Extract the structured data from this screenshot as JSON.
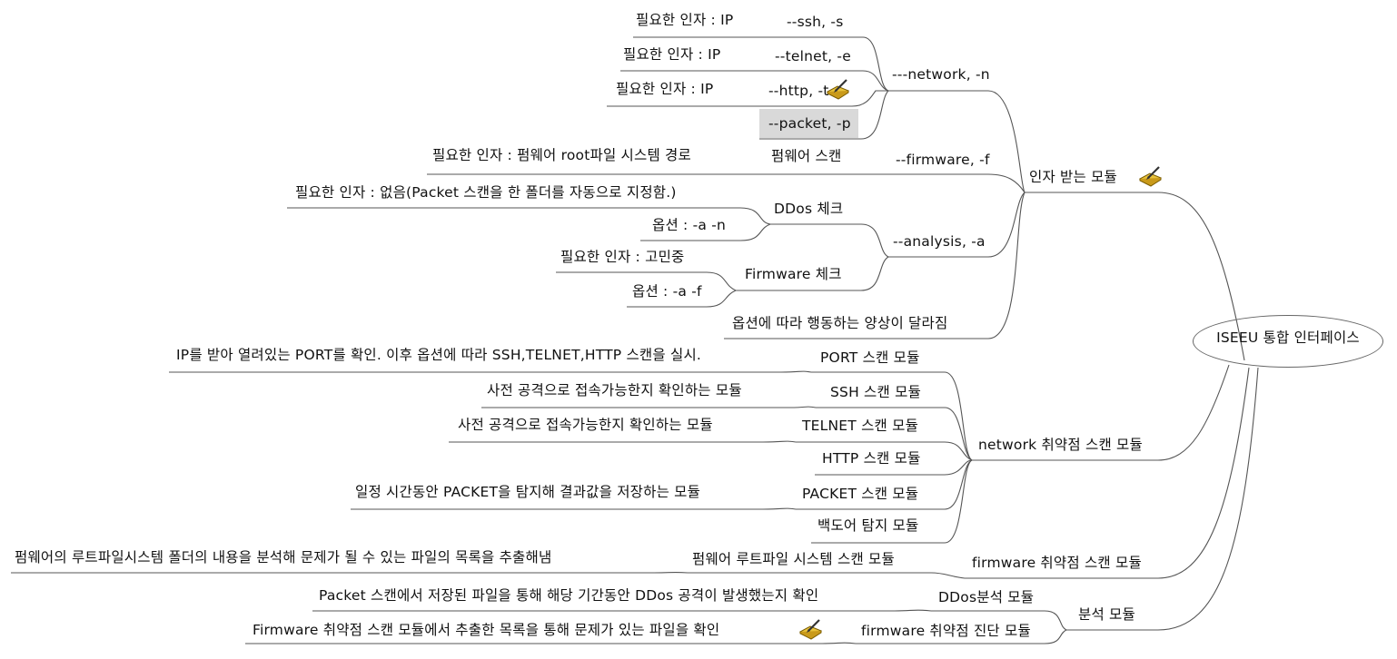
{
  "root": "ISEEU 통합 인터페이스",
  "branches": {
    "arg": "인자 받는 모듈",
    "network": "network 취약점 스캔 모듈",
    "firmware": "firmware 취약점 스캔 모듈",
    "analysis": "분석 모듈"
  },
  "arg": {
    "network": "---network, -n",
    "ssh": "--ssh, -s",
    "telnet": "--telnet, -e",
    "http": "--http, -t",
    "packet": "--packet, -p",
    "ssh_req": "필요한 인자 : IP",
    "telnet_req": "필요한 인자 : IP",
    "http_req": "필요한 인자 : IP",
    "firmware": "--firmware, -f",
    "fw_scan": "펌웨어 스캔",
    "fw_req": "필요한 인자 : 펌웨어 root파일 시스템 경로",
    "analysis": "--analysis, -a",
    "ddos_check": "DDos 체크",
    "ddos_req": "필요한 인자 : 없음(Packet 스캔을 한 폴더를 자동으로 지정함.)",
    "ddos_opt": "옵션 : -a -n",
    "fwchk": "Firmware 체크",
    "fwchk_req": "필요한 인자 : 고민중",
    "fwchk_opt": "옵션 : -a -f",
    "behavior": "옵션에 따라 행동하는 양상이 달라짐"
  },
  "net": {
    "port": "PORT 스캔 모듈",
    "port_desc": "IP를 받아 열려있는 PORT를 확인. 이후 옵션에 따라 SSH,TELNET,HTTP 스캔을 실시.",
    "ssh": "SSH 스캔 모듈",
    "ssh_desc": "사전 공격으로 접속가능한지 확인하는 모듈",
    "telnet": "TELNET 스캔 모듈",
    "telnet_desc": "사전 공격으로 접속가능한지 확인하는 모듈",
    "http": "HTTP 스캔 모듈",
    "packet": "PACKET 스캔 모듈",
    "packet_desc": "일정 시간동안 PACKET을 탐지해 결과값을 저장하는 모듈",
    "backdoor": "백도어 탐지 모듈"
  },
  "fw": {
    "rootfs": "펌웨어 루트파일 시스템 스캔 모듈",
    "rootfs_desc": "펌웨어의 루트파일시스템 폴더의 내용을 분석해 문제가 될 수 있는 파일의 목록을 추출해냄"
  },
  "an": {
    "ddos": "DDos분석 모듈",
    "ddos_desc": "Packet 스캔에서 저장된 파일을 통해 해당 기간동안 DDos 공격이 발생했는지 확인",
    "fwdiag": "firmware 취약점 진단 모듈",
    "fwdiag_desc": "Firmware 취약점 스캔 모듈에서 추출한 목록을 통해 문제가 있는 파일을 확인"
  },
  "colors": {
    "line": "#555555",
    "highlight": "#d9d9d9",
    "icon_body": "#e8c23a",
    "icon_pen": "#333333"
  },
  "icons": [
    "edit-pencil-icon",
    "edit-pencil-icon",
    "edit-pencil-icon"
  ]
}
